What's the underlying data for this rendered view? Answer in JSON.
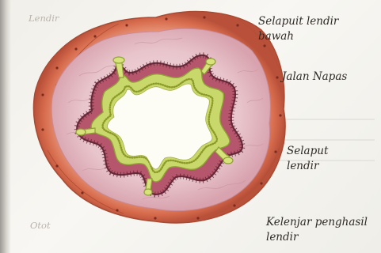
{
  "labels": {
    "lendir": "Lendir",
    "otot": "Otot",
    "selaput_lendir_bawah": [
      "Selapuit lendir",
      "bawah"
    ],
    "jalan_napas": "Jalan Napas",
    "selaput_lendir": [
      "Selaput",
      "lendir"
    ],
    "kelenjar": [
      "Kelenjar penghasil",
      "lendir"
    ]
  },
  "colors": {
    "muscle_outer": "#d2694a",
    "muscle_mid": "#e08a6c",
    "submucosa": "#e4bcc4",
    "epithelium": "#b0546a",
    "mucus": "#c7d66a",
    "lumen": "#fdfdf6"
  }
}
